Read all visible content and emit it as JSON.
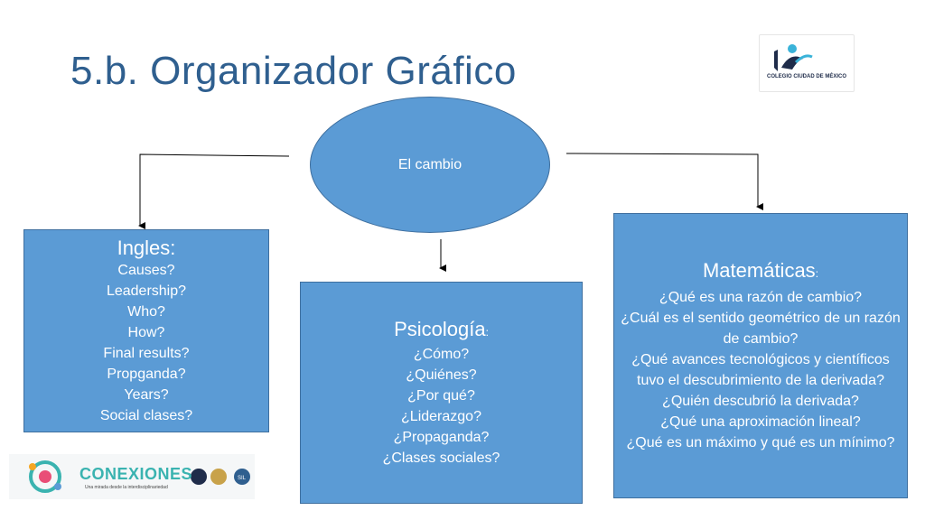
{
  "title": "5.b. Organizador Gráfico",
  "center": {
    "label": "El cambio"
  },
  "ingles": {
    "heading": "Ingles:",
    "items": [
      "Causes?",
      "Leadership?",
      "Who?",
      "How?",
      "Final results?",
      "Propganda?",
      "Years?",
      "Social clases?"
    ]
  },
  "psicologia": {
    "heading": "Psicología",
    "colon": ":",
    "items": [
      "¿Cómo?",
      "¿Quiénes?",
      "¿Por qué?",
      "¿Liderazgo?",
      "¿Propaganda?",
      "¿Clases sociales?"
    ]
  },
  "matematicas": {
    "heading": "Matemáticas",
    "colon": ":",
    "items": [
      "¿Qué es una razón de cambio?",
      "¿Cuál es el sentido geométrico de un razón de cambio?",
      "¿Qué avances tecnológicos y científicos tuvo el descubrimiento de la derivada?",
      "¿Quién descubrió la derivada?",
      "¿Qué una aproximación lineal?",
      "¿Qué es un máximo y qué es un mínimo?"
    ]
  },
  "logos": {
    "school": "COLEGIO CIUDAD DE MÉXICO",
    "conexiones": "CONEXIONES",
    "conexiones_sub": "Una mirada desde la interdisciplinariedad",
    "badge_sil": "SIL"
  },
  "colors": {
    "box_fill": "#5b9bd5",
    "box_border": "#3e6f9f",
    "title": "#2f5f8f"
  }
}
